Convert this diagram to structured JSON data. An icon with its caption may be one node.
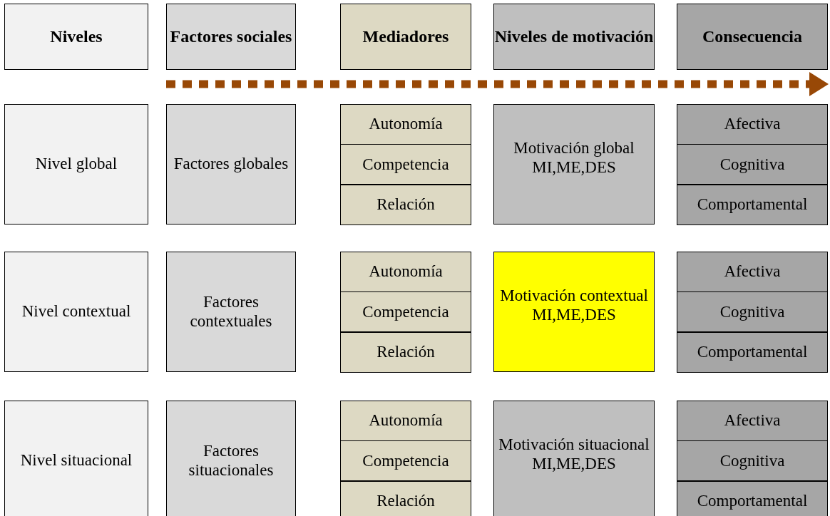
{
  "diagram": {
    "nodes": [
      {
        "text": [
          "Niveles"
        ]
      },
      {
        "text": [
          "Factores sociales"
        ]
      },
      {
        "text": [
          "Mediadores"
        ]
      },
      {
        "text": [
          "Niveles de motivación"
        ]
      },
      {
        "text": [
          "Consecuencia"
        ]
      },
      {
        "text": [
          "Nivel global"
        ]
      },
      {
        "text": [
          "Factores globales"
        ]
      },
      {
        "text": [
          "Autonomía"
        ]
      },
      {
        "text": [
          "Competencia"
        ]
      },
      {
        "text": [
          "Relación"
        ]
      },
      {
        "text": [
          "Motivación global MI,ME,DES"
        ]
      },
      {
        "text": [
          "Afectiva"
        ]
      },
      {
        "text": [
          "Cognitiva"
        ]
      },
      {
        "text": [
          "Comportamental"
        ]
      },
      {
        "text": [
          "Nivel contextual"
        ]
      },
      {
        "text": [
          "Factores contextuales"
        ]
      },
      {
        "text": [
          "Autonomía"
        ]
      },
      {
        "text": [
          "Competencia"
        ]
      },
      {
        "text": [
          "Relación"
        ]
      },
      {
        "text": [
          "Motivación contextual MI,ME,DES"
        ]
      },
      {
        "text": [
          "Afectiva"
        ]
      },
      {
        "text": [
          "Cognitiva"
        ]
      },
      {
        "text": [
          "Comportamental"
        ]
      },
      {
        "text": [
          "Nivel situacional"
        ]
      },
      {
        "text": [
          "Factores situacionales"
        ]
      },
      {
        "text": [
          "Autonomía"
        ]
      },
      {
        "text": [
          "Competencia"
        ]
      },
      {
        "text": [
          "Relación"
        ]
      },
      {
        "text": [
          "Motivación situacional MI,ME,DES"
        ]
      },
      {
        "text": [
          "Afectiva"
        ]
      },
      {
        "text": [
          "Cognitiva"
        ]
      },
      {
        "text": [
          "Comportamental"
        ]
      }
    ]
  }
}
